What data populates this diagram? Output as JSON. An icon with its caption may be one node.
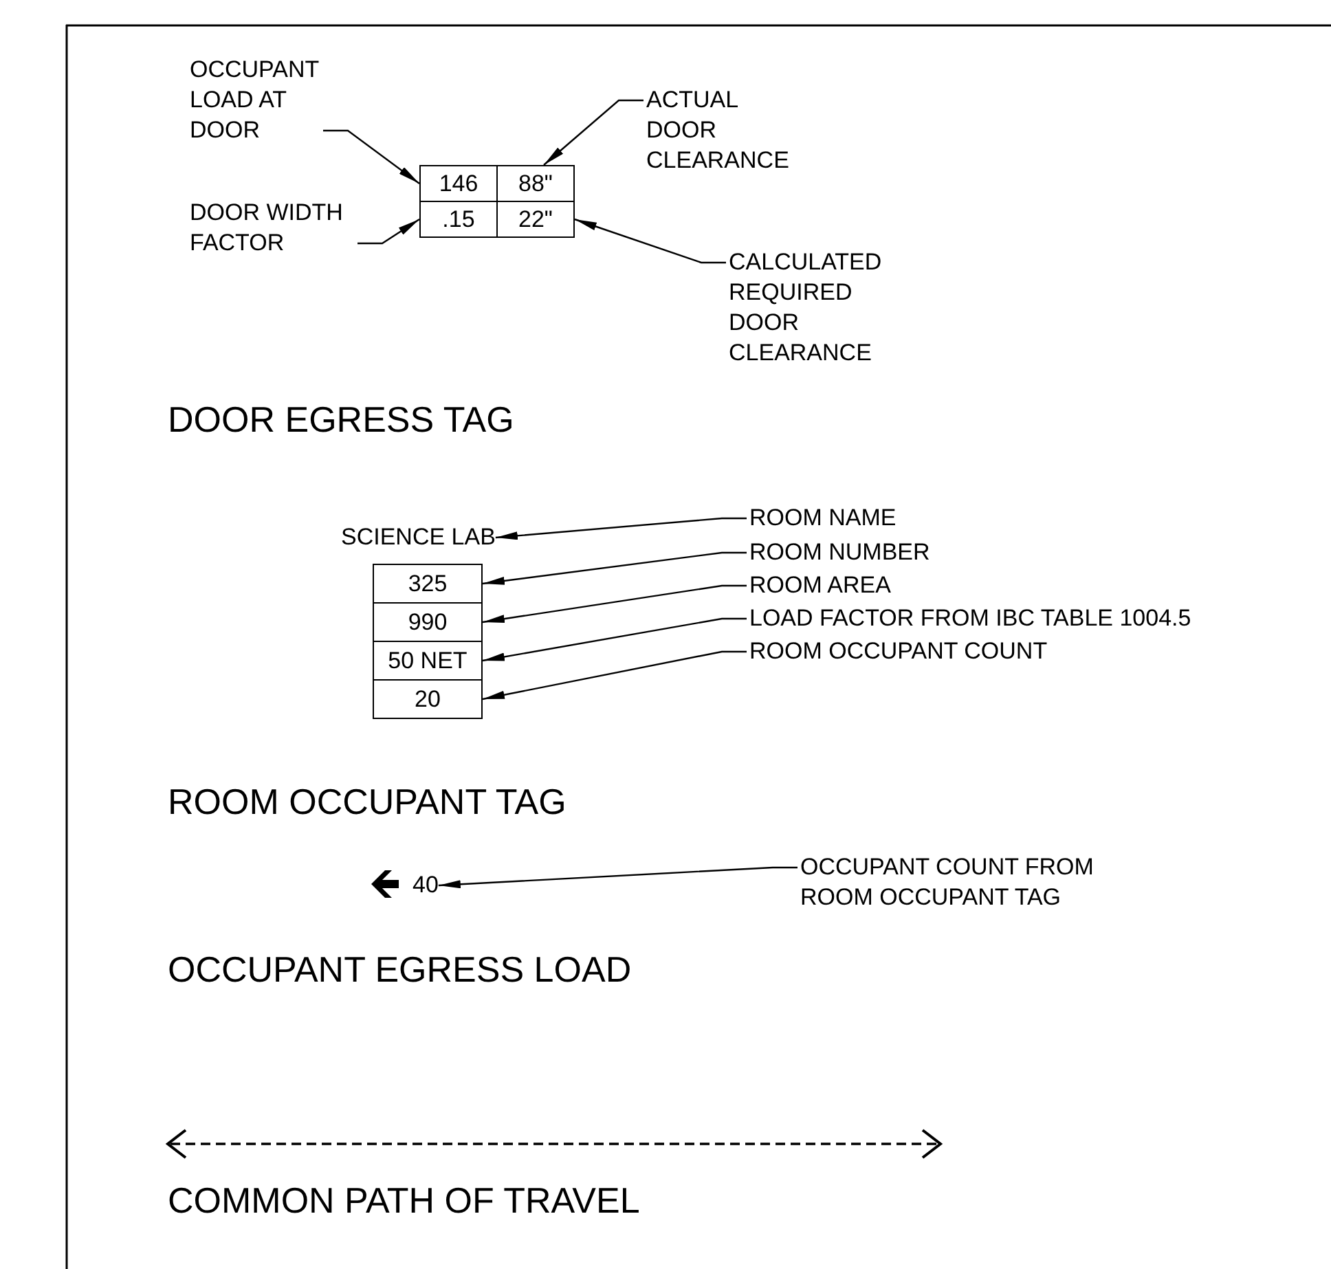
{
  "diagram": {
    "nodes": [
      {
        "text": [
          "OCCUPANT LOAD AT DOOR"
        ]
      },
      {
        "text": [
          "ACTUAL DOOR CLEARANCE"
        ]
      },
      {
        "text": [
          "146"
        ]
      },
      {
        "text": [
          "88\""
        ]
      },
      {
        "text": [
          "DOOR WIDTH FACTOR"
        ]
      },
      {
        "text": [
          ".15"
        ]
      },
      {
        "text": [
          "22\""
        ]
      },
      {
        "text": [
          "CALCULATED REQUIRED DOOR CLEARANCE"
        ]
      },
      {
        "text": [
          "SCIENCE LAB"
        ]
      },
      {
        "text": [
          "ROOM NAME"
        ]
      },
      {
        "text": [
          "325"
        ]
      },
      {
        "text": [
          "ROOM NUMBER"
        ]
      },
      {
        "text": [
          "990"
        ]
      },
      {
        "text": [
          "ROOM AREA"
        ]
      },
      {
        "text": [
          "50 NET"
        ]
      },
      {
        "text": [
          "LOAD FACTOR FROM IBC TABLE 1004.5"
        ]
      },
      {
        "text": [
          "20"
        ]
      },
      {
        "text": [
          "ROOM OCCUPANT COUNT"
        ]
      },
      {
        "text": [
          "40"
        ]
      },
      {
        "text": [
          "OCCUPANT COUNT FROM ROOM OCCUPANT TAG"
        ]
      }
    ],
    "edges": [
      {
        "from": 0,
        "to": 2,
        "arrow": "to"
      },
      {
        "from": 1,
        "to": 3,
        "arrow": "to"
      },
      {
        "from": 4,
        "to": 5,
        "arrow": "to"
      },
      {
        "from": 7,
        "to": 6,
        "arrow": "to"
      },
      {
        "from": 9,
        "to": 8,
        "arrow": "to"
      },
      {
        "from": 11,
        "to": 10,
        "arrow": "to"
      },
      {
        "from": 13,
        "to": 12,
        "arrow": "to"
      },
      {
        "from": 15,
        "to": 14,
        "arrow": "to"
      },
      {
        "from": 17,
        "to": 16,
        "arrow": "to"
      },
      {
        "from": 19,
        "to": 18,
        "arrow": "to"
      }
    ],
    "labels": [
      "DOOR EGRESS TAG",
      "ROOM OCCUPANT TAG",
      "OCCUPANT EGRESS LOAD",
      "COMMON PATH OF TRAVEL"
    ]
  }
}
